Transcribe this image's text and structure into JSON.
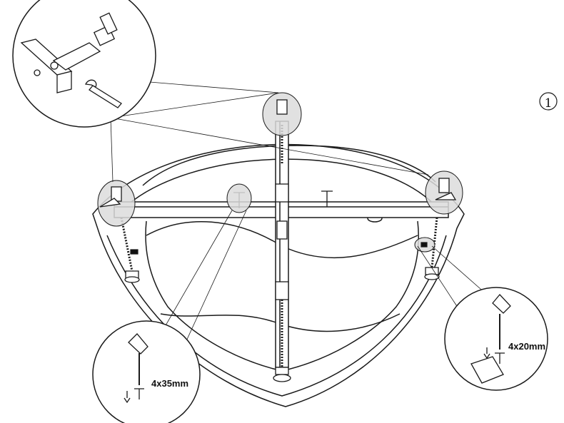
{
  "step_number": "1",
  "callouts": {
    "bottom_left": {
      "label": "4x35mm"
    },
    "right": {
      "label": "4x20mm"
    }
  },
  "colors": {
    "line": "#1a1a1a",
    "zoom_fill": "#dcdcdc",
    "background": "#ffffff"
  }
}
